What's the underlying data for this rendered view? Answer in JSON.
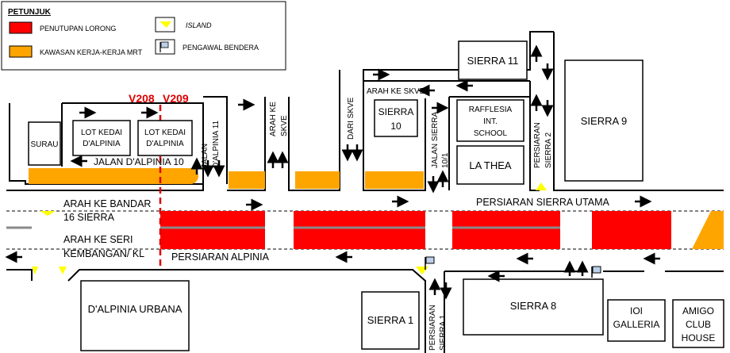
{
  "legend": {
    "title": "PETUNJUK",
    "lane_closure": "PENUTUPAN LORONG",
    "mrt_works": "KAWASAN KERJA-KERJA MRT",
    "island": "ISLAND",
    "flagman": "PENGAWAL BENDERA"
  },
  "colors": {
    "closure": "#ff0000",
    "mrt_works": "#ffa500",
    "island": "#ffff00",
    "flag_box": "#bcd0ea",
    "closure_line": "#e00000"
  },
  "markers": {
    "v208": "V208",
    "v209": "V209"
  },
  "roads": {
    "jalan_dalpinia_10": "JALAN D'ALPINIA 10",
    "jalan_dalpinia_11_a": "JALAN",
    "jalan_dalpinia_11_b": "D'ALPINIA 11",
    "arah_ke_skve_v_a": "ARAH KE",
    "arah_ke_skve_v_b": "SKVE",
    "dari_skve": "DARI SKVE",
    "arah_ke_skve_h": "ARAH KE SKVE",
    "jalan_sierra_a": "JALAN SIERRA",
    "jalan_sierra_b": "10/1",
    "persiaran_sierra_2_a": "PERSIARAN",
    "persiaran_sierra_2_b": "SIERRA 2",
    "persiaran_sierra_utama": "PERSIARAN SIERRA UTAMA",
    "arah_ke_bandar_a": "ARAH KE BANDAR",
    "arah_ke_bandar_b": "16 SIERRA",
    "arah_ke_seri_a": "ARAH KE SERI",
    "arah_ke_seri_b": "KEMBANGAN/ KL",
    "persiaran_alpinia": "PERSIARAN ALPINIA",
    "persiaran_sierra_1_a": "PERSIARAN",
    "persiaran_sierra_1_b": "SIERRA 1"
  },
  "places": {
    "surau": "SURAU",
    "lot_kedai_1_a": "LOT KEDAI",
    "lot_kedai_1_b": "D'ALPINIA",
    "lot_kedai_2_a": "LOT KEDAI",
    "lot_kedai_2_b": "D'ALPINIA",
    "sierra_11": "SIERRA 11",
    "sierra_10_a": "SIERRA",
    "sierra_10_b": "10",
    "rafflesia_a": "RAFFLESIA",
    "rafflesia_b": "INT.",
    "rafflesia_c": "SCHOOL",
    "la_thea": "LA THEA",
    "sierra_9": "SIERRA 9",
    "dalpinia_urbana": "D'ALPINIA URBANA",
    "sierra_1": "SIERRA 1",
    "sierra_8": "SIERRA 8",
    "ioi_galleria_a": "IOI",
    "ioi_galleria_b": "GALLERIA",
    "amigo_a": "AMIGO",
    "amigo_b": "CLUB",
    "amigo_c": "HOUSE"
  }
}
